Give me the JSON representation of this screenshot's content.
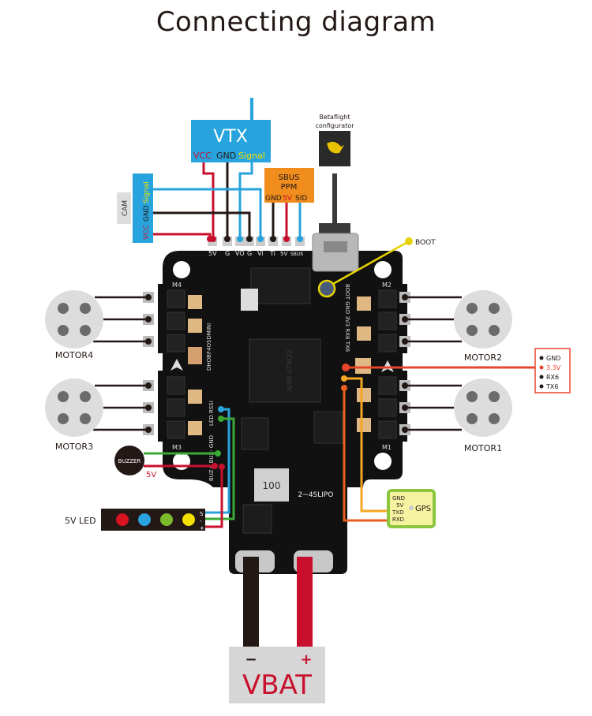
{
  "title": "Connecting diagram",
  "vtx": {
    "label": "VTX",
    "pins": {
      "vcc": "VCC",
      "gnd": "GND",
      "signal": "Signal"
    }
  },
  "configurator": {
    "line1": "Betaflight",
    "line2": "configurator"
  },
  "receiver": {
    "line1": "SBUS",
    "line2": "PPM",
    "pins": {
      "gnd": "GND",
      "v5": "5V",
      "sid": "SID"
    }
  },
  "cam": {
    "label": "CAM",
    "pins": {
      "vcc": "VCC",
      "gnd": "GND",
      "signal": "Signal"
    }
  },
  "board_pads": [
    "5V",
    "G",
    "VO",
    "G",
    "Vi",
    "Ti",
    "5V",
    "SBUS"
  ],
  "boot": {
    "label": "BOOT"
  },
  "uart6": {
    "pins": [
      "GND",
      "3.3V",
      "RX6",
      "TX6"
    ]
  },
  "motors": {
    "m1": "MOTOR1",
    "m2": "MOTOR2",
    "m3": "MOTOR3",
    "m4": "MOTOR4"
  },
  "board_silk": {
    "m1": "M1",
    "m2": "M2",
    "m3": "M3",
    "m4": "M4",
    "lipo": "2~4SLIPO",
    "inductor": "100",
    "uart_silk": "BOOT GND 3V3 RX6 TX6",
    "left_silk": "DHOBF4OSDMINI",
    "led_silk": "LED RSSI",
    "buzz_silk": "BUZ+ BUZ- GND"
  },
  "buzzer": {
    "label": "BUZZER",
    "v5": "5V"
  },
  "led": {
    "label": "5V LED",
    "pins": [
      "S",
      "-",
      "+"
    ],
    "colors": [
      "#d7141f",
      "#2aa3e0",
      "#7cba2d",
      "#f4e000"
    ]
  },
  "gps": {
    "label": "GPS",
    "pins": [
      "GND",
      "5V",
      "TXD",
      "RXD"
    ]
  },
  "vbat": {
    "label": "VBAT",
    "minus": "−",
    "plus": "+"
  },
  "colors": {
    "red": "#c8102e",
    "black": "#231815",
    "blue": "#27a3dd",
    "green": "#3aa935",
    "orange": "#f08d1d",
    "deep_orange": "#e8601c",
    "yellow": "#f4e000",
    "vtx_bg": "#27a3dd",
    "sbus_bg": "#f08d1d",
    "gps_border": "#8cc63f",
    "gps_bg": "#f5f2a0",
    "uart_border": "#e8452c"
  }
}
